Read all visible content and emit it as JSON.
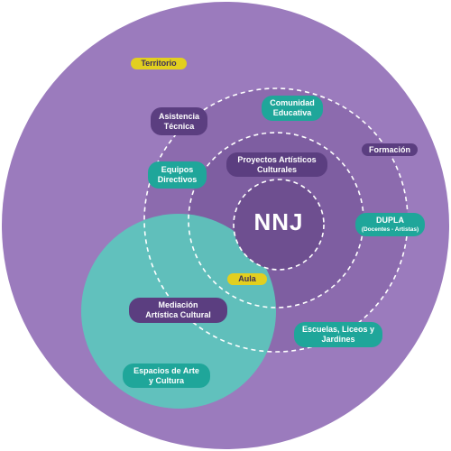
{
  "core": "NNJ",
  "labels": {
    "territorio": "Territorio",
    "asistencia": "Asistencia\nTécnica",
    "comunidad": "Comunidad\nEducativa",
    "formacion": "Formación",
    "equipos": "Equipos\nDirectivos",
    "proyectos": "Proyectos Artísticos\nCulturales",
    "dupla": "DUPLA",
    "dupla_sub": "(Docentes - Artistas)",
    "aula": "Aula",
    "mediacion": "Mediación\nArtística Cultural",
    "escuelas": "Escuelas, Liceos y\nJardines",
    "espacios": "Espacios de Arte\ny Cultura"
  },
  "colors": {
    "outer": "#9b7bbd",
    "inner_purple": "#8a68ab",
    "core_purple": "#6e4f90",
    "teal_circle": "#5dc6bc",
    "pill_purple": "#5b3e80",
    "pill_teal": "#1fa69a",
    "pill_yellow": "#e2cf1f"
  }
}
